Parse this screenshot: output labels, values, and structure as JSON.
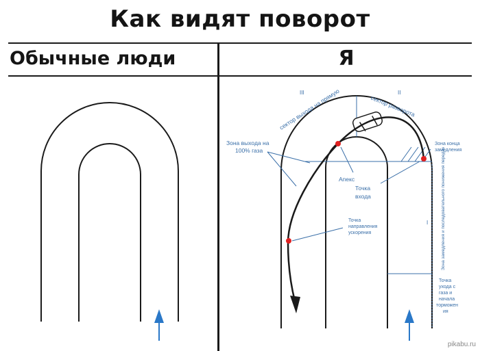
{
  "title": "Как видят поворот",
  "columns": {
    "left": "Обычные люди",
    "right": "Я"
  },
  "labels": {
    "sector_exit": "сектор выхода на прямую",
    "sector_turn": "сектор разворота",
    "roman_3": "III",
    "roman_2": "II",
    "roman_1": "I",
    "zone_exit_line1": "Зона выхода на",
    "zone_exit_line2": "100% газа",
    "zone_end_line1": "Зона конца",
    "zone_end_line2": "замедления",
    "apex": "Апекс",
    "entry_line1": "Точка",
    "entry_line2": "входа",
    "accel_line1": "Точка",
    "accel_line2": "направления",
    "accel_line3": "ускорения",
    "braking_zone": "Зона замедления и последовательного понижения передач",
    "gas_off_line1": "Точка",
    "gas_off_line2": "ухода с",
    "gas_off_line3": "газа и",
    "gas_off_line4": "начала",
    "gas_off_line5": "торможен",
    "gas_off_line6": "ия"
  },
  "colors": {
    "track": "#1a1a1a",
    "annotation": "#3a6fa8",
    "marker": "#e02020",
    "arrow": "#2a78c8"
  },
  "watermark": "pikabu.ru"
}
